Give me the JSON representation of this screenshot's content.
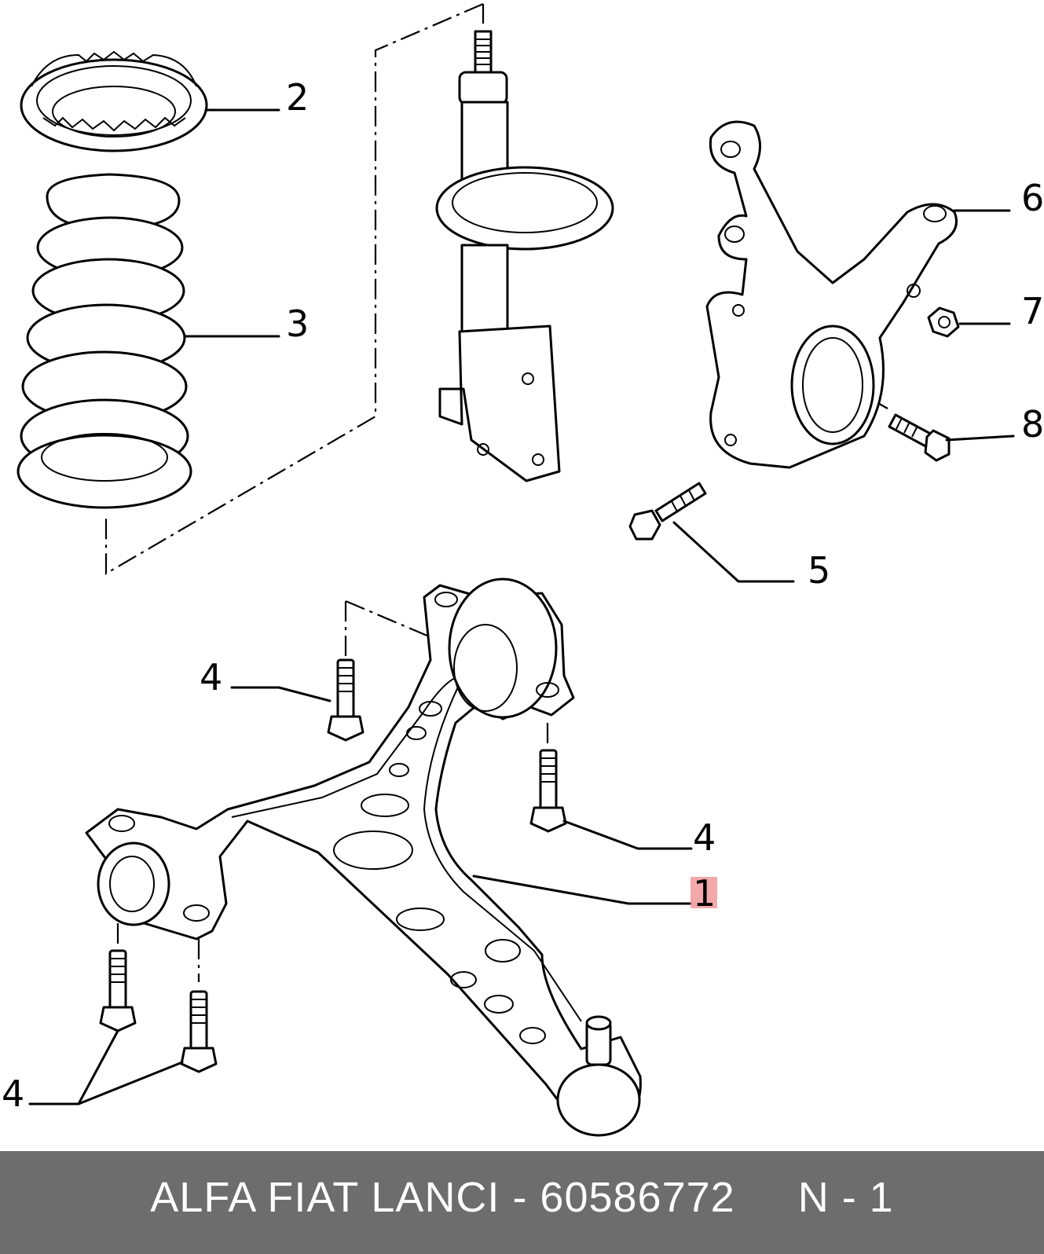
{
  "callouts": {
    "c1": "1",
    "c2": "2",
    "c3": "3",
    "c4a": "4",
    "c4b": "4",
    "c4c": "4",
    "c5": "5",
    "c6": "6",
    "c7": "7",
    "c8": "8"
  },
  "highlight_color": "#f19a9a",
  "footer": {
    "background": "#6d6d6d",
    "caption": "ALFA FIAT LANCI - 60586772     N - 1"
  }
}
